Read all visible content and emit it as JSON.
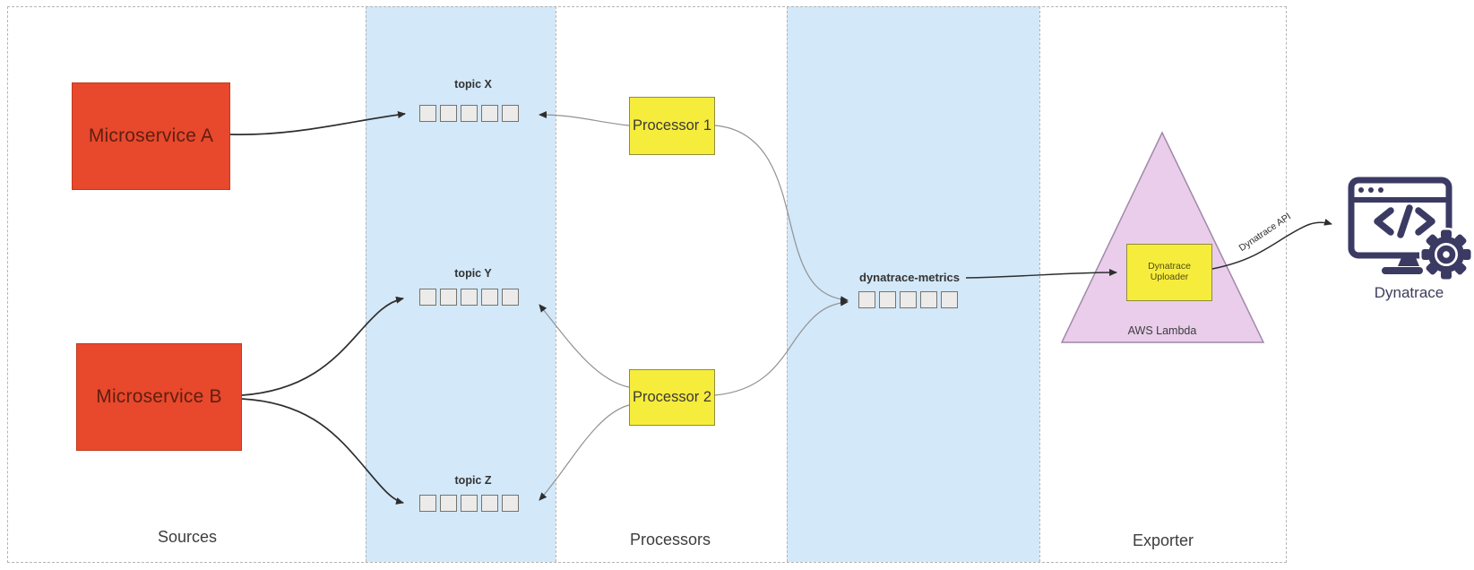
{
  "diagram": {
    "columns": [
      {
        "id": "sources",
        "label": "Sources"
      },
      {
        "id": "processors",
        "label": "Processors"
      },
      {
        "id": "exporter",
        "label": "Exporter"
      }
    ],
    "sources": {
      "a": "Microservice A",
      "b": "Microservice B"
    },
    "topics": {
      "x": "topic X",
      "y": "topic Y",
      "z": "topic Z"
    },
    "metrics_topic": "dynatrace-metrics",
    "processors": {
      "p1": "Processor 1",
      "p2": "Processor 2"
    },
    "exporter": {
      "uploader": "Dynatrace Uploader",
      "platform": "AWS Lambda",
      "api": "Dynatrace API"
    },
    "destination": "Dynatrace",
    "queue_slots": 5,
    "colors": {
      "source_box": "#e8482c",
      "processor_box": "#f6ec3c",
      "topic_band": "#d3e8f9",
      "lambda_triangle": "#e9cdeb",
      "queue_slot": "#ecebe9",
      "dynatrace_icon": "#3b3a63"
    }
  }
}
